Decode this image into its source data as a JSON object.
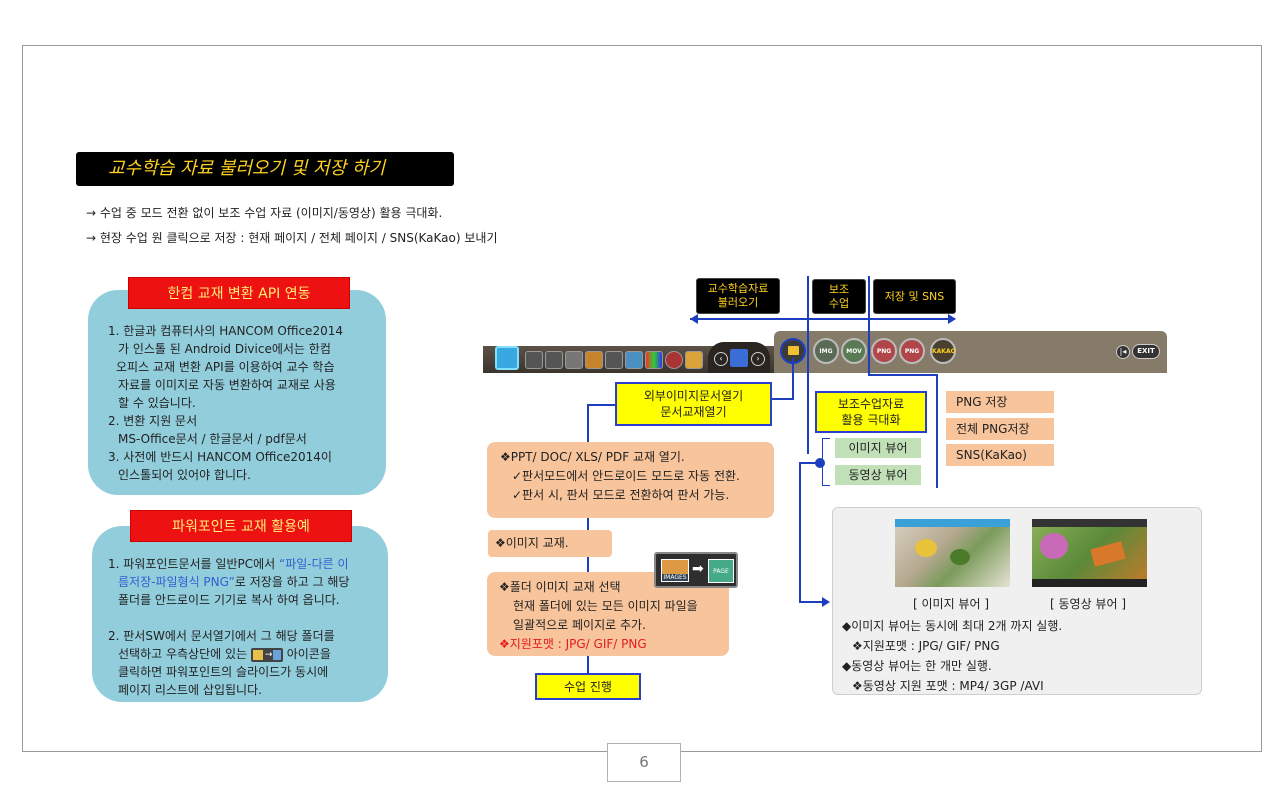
{
  "page_number": "6",
  "title": "교수학습 자료 불러오기 및 저장 하기",
  "bullets": [
    "→ 수업 중 모드 전환 없이 보조 수업 자료 (이미지/동영상) 활용 극대화.",
    "→ 현장 수업 원 클릭으로 저장 : 현재 페이지 / 전체 페이지 / SNS(KaKao) 보내기"
  ],
  "card1": {
    "tag": "한컴 교재 변환 API 연동",
    "lines": [
      "1. 한글과 컴퓨터사의 HANCOM Office2014",
      "가 인스톨 된 Android Divice에서는 한컴",
      "오피스 교재 변환 API를 이용하여 교수 학습",
      "자료를 이미지로 자동 변환하여 교재로 사용",
      "할 수 있습니다.",
      "2. 변환 지원 문서",
      "MS-Office문서 / 한글문서 / pdf문서",
      "3. 사전에 반드시 HANCOM Office2014이",
      "인스톨되어 있어야 합니다."
    ]
  },
  "card2": {
    "tag": "파워포인트 교재 활용예",
    "l1a": "1. 파워포인트문서를 일반PC에서 ",
    "l1b": "“파일-다른 이",
    "l2a": "름저장-파일형식 PNG”",
    "l2b": "로 저장을 하고 그 해당",
    "l3": "폴더를 안드로이드 기기로 복사 하여 옵니다.",
    "l4": "2. 판서SW에서 문서열기에서 그 해당 폴더를",
    "l5a": "선택하고 우측상단에 있는 ",
    "l5b": " 아이콘을",
    "l6": "클릭하면 파워포인트의 슬라이드가 동시에",
    "l7": "페이지 리스트에 삽입됩니다."
  },
  "labels": {
    "load_1": "교수학습자료",
    "load_2": "불러오기",
    "aux_1": "보조",
    "aux_2": "수업",
    "save": "저장 및 SNS"
  },
  "toolbar": {
    "img": "IMG",
    "mov": "MOV",
    "png1": "PNG",
    "png2": "PNG",
    "kakao": "KAKAO",
    "exit": "EXIT"
  },
  "boxes": {
    "ext_open_1": "외부이미지문서열기",
    "ext_open_2": "문서교재열기",
    "aux_1": "보조수업자료",
    "aux_2": "활용 극대화",
    "start": "수업 진행"
  },
  "save_items": [
    "PNG 저장",
    "전체 PNG저장",
    "SNS(KaKao)"
  ],
  "viewers": [
    "이미지 뷰어",
    "동영상 뷰어"
  ],
  "peach1": [
    "❖PPT/ DOC/ XLS/ PDF 교재 열기.",
    "✓판서모드에서 안드로이드 모드로 자동 전환.",
    "✓판서 시, 판서 모드로 전환하여 판서 가능."
  ],
  "peach2": "❖이미지 교재.",
  "peach3": {
    "l1": "❖폴더 이미지 교재 선택",
    "l2": "현재 폴더에 있는 모든 이미지 파일을",
    "l3": "일괄적으로 페이지로 추가.",
    "l4": "❖지원포맷 : JPG/ GIF/ PNG"
  },
  "icon_labels": {
    "images": "IMAGES",
    "page": "PAGE"
  },
  "panel": {
    "cap_image": "[ 이미지 뷰어 ]",
    "cap_video": "[ 동영상 뷰어 ]",
    "lines": [
      "◆이미지 뷰어는 동시에 최대 2개 까지 실행.",
      "❖지원포맷 : JPG/ GIF/ PNG",
      "◆동영상 뷰어는 한 개만 실행.",
      "❖동영상 지원 포맷 : MP4/ 3GP /AVI"
    ]
  },
  "colors": {
    "title_bg": "#000000",
    "title_text": "#ffd21f",
    "tag_red": "#ee1111",
    "card_blue": "#92cddc",
    "peach": "#f8c49b",
    "connector_blue": "#1d3fbf",
    "yellow": "#ffff00"
  }
}
